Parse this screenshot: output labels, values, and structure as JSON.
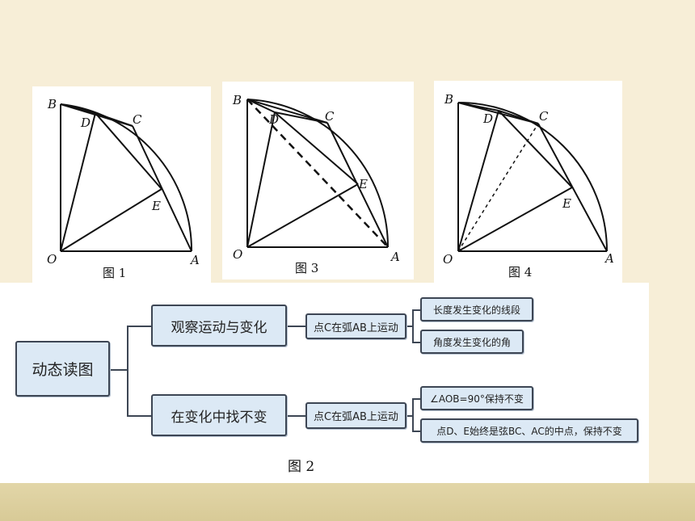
{
  "figures": [
    {
      "id": "fig1",
      "points": {
        "B": "B",
        "D": "D",
        "C": "C",
        "E": "E",
        "O": "O",
        "A": "A"
      },
      "caption": "图 1"
    },
    {
      "id": "fig3",
      "points": {
        "B": "B",
        "D": "D",
        "C": "C",
        "E": "E",
        "O": "O",
        "A": "A"
      },
      "caption": "图 3"
    },
    {
      "id": "fig4",
      "points": {
        "B": "B",
        "D": "D",
        "C": "C",
        "E": "E",
        "O": "O",
        "A": "A"
      },
      "caption": "图 4"
    }
  ],
  "mindmap": {
    "root": "动态读图",
    "branch1": {
      "label": "观察运动与变化",
      "sub": "点C在弧AB上运动",
      "leaves": [
        "长度发生变化的线段",
        "角度发生变化的角"
      ]
    },
    "branch2": {
      "label": "在变化中找不变",
      "sub": "点C在弧AB上运动",
      "leaves": [
        "∠AOB=90°保持不变",
        "点D、E始终是弦BC、AC的中点，保持不变"
      ]
    },
    "caption": "图 2"
  }
}
